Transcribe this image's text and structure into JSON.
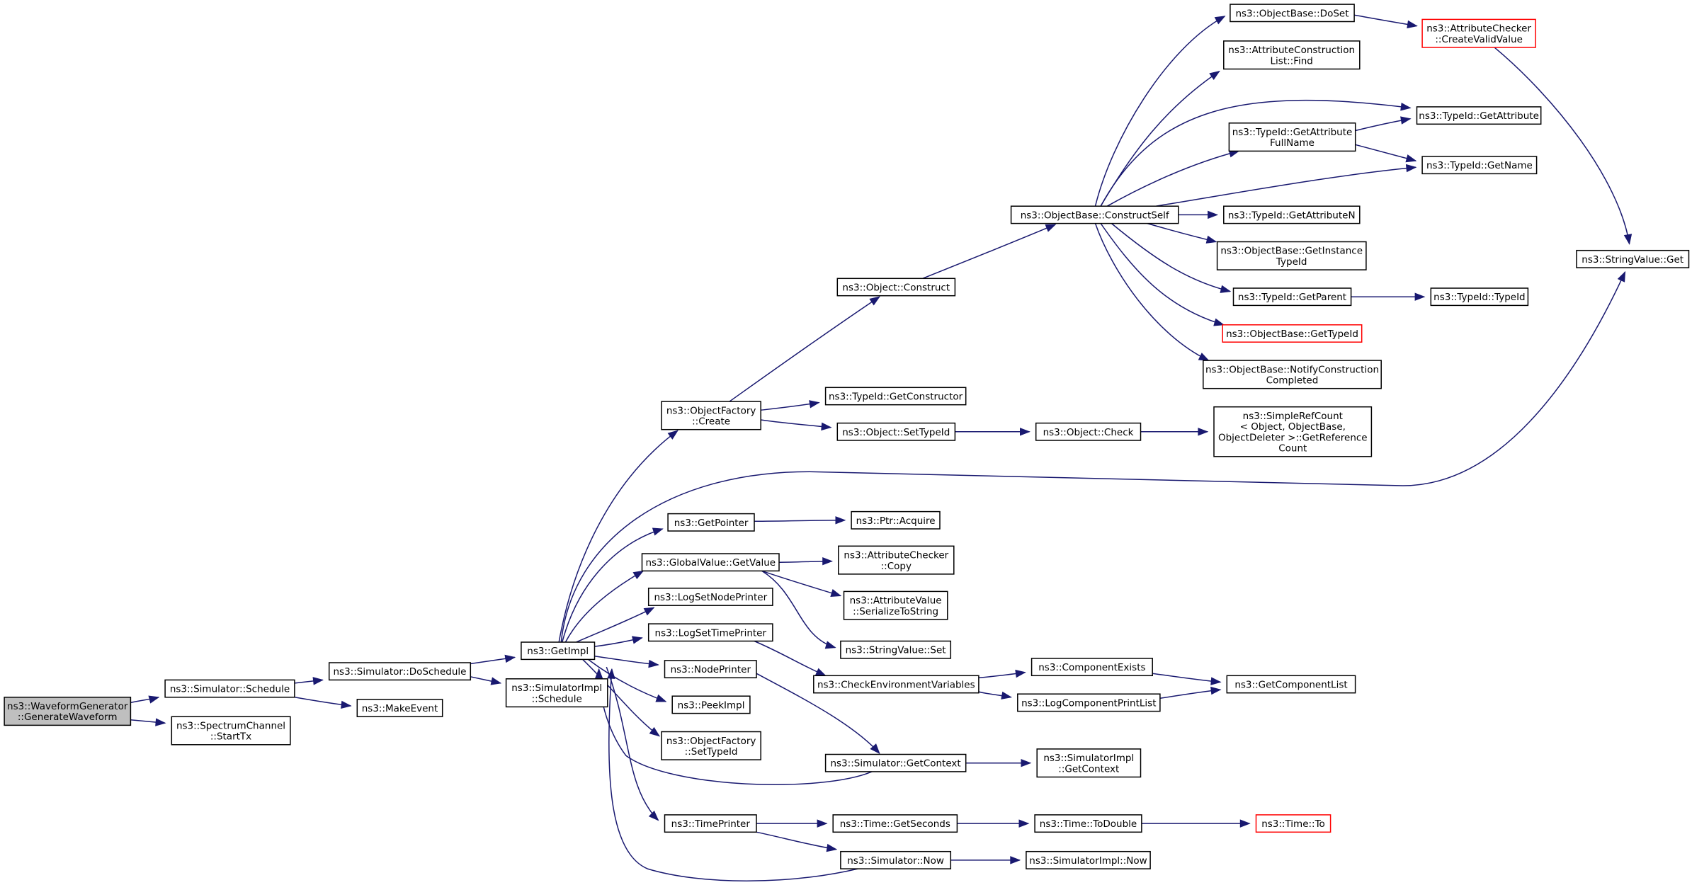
{
  "graph": {
    "edge_color": "#191970",
    "root_fill": "#bfbfbf",
    "link_border": "#000000",
    "external_border": "#ff0000",
    "nodes": [
      {
        "id": "gen",
        "lines": [
          "ns3::WaveformGenerator",
          "::GenerateWaveform"
        ],
        "style": "root"
      },
      {
        "id": "sched",
        "lines": [
          "ns3::Simulator::Schedule"
        ]
      },
      {
        "id": "starttx",
        "lines": [
          "ns3::SpectrumChannel",
          "::StartTx"
        ]
      },
      {
        "id": "dosched",
        "lines": [
          "ns3::Simulator::DoSchedule"
        ]
      },
      {
        "id": "mkevt",
        "lines": [
          "ns3::MakeEvent"
        ]
      },
      {
        "id": "getimpl",
        "lines": [
          "ns3::GetImpl"
        ]
      },
      {
        "id": "simimplsched",
        "lines": [
          "ns3::SimulatorImpl",
          "::Schedule"
        ]
      },
      {
        "id": "ofcreate",
        "lines": [
          "ns3::ObjectFactory",
          "::Create"
        ]
      },
      {
        "id": "getptr",
        "lines": [
          "ns3::GetPointer"
        ]
      },
      {
        "id": "gvget",
        "lines": [
          "ns3::GlobalValue::GetValue"
        ]
      },
      {
        "id": "lsnp",
        "lines": [
          "ns3::LogSetNodePrinter"
        ]
      },
      {
        "id": "lstp",
        "lines": [
          "ns3::LogSetTimePrinter"
        ]
      },
      {
        "id": "nodeprinter",
        "lines": [
          "ns3::NodePrinter"
        ]
      },
      {
        "id": "peekimpl",
        "lines": [
          "ns3::PeekImpl"
        ]
      },
      {
        "id": "ofsettid",
        "lines": [
          "ns3::ObjectFactory",
          "::SetTypeId"
        ]
      },
      {
        "id": "timeprinter",
        "lines": [
          "ns3::TimePrinter"
        ]
      },
      {
        "id": "objconstruct",
        "lines": [
          "ns3::Object::Construct"
        ]
      },
      {
        "id": "tidgetctor",
        "lines": [
          "ns3::TypeId::GetConstructor"
        ]
      },
      {
        "id": "objsettid",
        "lines": [
          "ns3::Object::SetTypeId"
        ]
      },
      {
        "id": "ptracq",
        "lines": [
          "ns3::Ptr::Acquire"
        ]
      },
      {
        "id": "accopy",
        "lines": [
          "ns3::AttributeChecker",
          "::Copy"
        ]
      },
      {
        "id": "avser",
        "lines": [
          "ns3::AttributeValue",
          "::SerializeToString"
        ]
      },
      {
        "id": "svset",
        "lines": [
          "ns3::StringValue::Set"
        ]
      },
      {
        "id": "checkenv",
        "lines": [
          "ns3::CheckEnvironmentVariables"
        ]
      },
      {
        "id": "getctx",
        "lines": [
          "ns3::Simulator::GetContext"
        ]
      },
      {
        "id": "getsec",
        "lines": [
          "ns3::Time::GetSeconds"
        ]
      },
      {
        "id": "simnow",
        "lines": [
          "ns3::Simulator::Now"
        ]
      },
      {
        "id": "obconstructself",
        "lines": [
          "ns3::ObjectBase::ConstructSelf"
        ]
      },
      {
        "id": "objcheck",
        "lines": [
          "ns3::Object::Check"
        ]
      },
      {
        "id": "compexists",
        "lines": [
          "ns3::ComponentExists"
        ]
      },
      {
        "id": "logcpl",
        "lines": [
          "ns3::LogComponentPrintList"
        ]
      },
      {
        "id": "simimplgetctx",
        "lines": [
          "ns3::SimulatorImpl",
          "::GetContext"
        ]
      },
      {
        "id": "todouble",
        "lines": [
          "ns3::Time::ToDouble"
        ]
      },
      {
        "id": "simimplnow",
        "lines": [
          "ns3::SimulatorImpl::Now"
        ]
      },
      {
        "id": "obdoset",
        "lines": [
          "ns3::ObjectBase::DoSet"
        ]
      },
      {
        "id": "aclfind",
        "lines": [
          "ns3::AttributeConstruction",
          "List::Find"
        ]
      },
      {
        "id": "tidgafn",
        "lines": [
          "ns3::TypeId::GetAttribute",
          "FullName"
        ]
      },
      {
        "id": "tidgan",
        "lines": [
          "ns3::TypeId::GetAttributeN"
        ]
      },
      {
        "id": "obgitid",
        "lines": [
          "ns3::ObjectBase::GetInstance",
          "TypeId"
        ]
      },
      {
        "id": "tidgetparent",
        "lines": [
          "ns3::TypeId::GetParent"
        ]
      },
      {
        "id": "obgettid",
        "lines": [
          "ns3::ObjectBase::GetTypeId"
        ],
        "style": "red"
      },
      {
        "id": "obnotify",
        "lines": [
          "ns3::ObjectBase::NotifyConstruction",
          "Completed"
        ]
      },
      {
        "id": "srcgetref",
        "lines": [
          "ns3::SimpleRefCount",
          "< Object, ObjectBase,",
          "ObjectDeleter >::GetReference",
          "Count"
        ]
      },
      {
        "id": "getcomplist",
        "lines": [
          "ns3::GetComponentList"
        ]
      },
      {
        "id": "timeto",
        "lines": [
          "ns3::Time::To"
        ],
        "style": "red"
      },
      {
        "id": "acvalid",
        "lines": [
          "ns3::AttributeChecker",
          "::CreateValidValue"
        ],
        "style": "red"
      },
      {
        "id": "tidgetattr",
        "lines": [
          "ns3::TypeId::GetAttribute"
        ]
      },
      {
        "id": "tidgetname",
        "lines": [
          "ns3::TypeId::GetName"
        ]
      },
      {
        "id": "tidtid",
        "lines": [
          "ns3::TypeId::TypeId"
        ]
      },
      {
        "id": "svget",
        "lines": [
          "ns3::StringValue::Get"
        ]
      }
    ],
    "edges": [
      [
        "gen",
        "sched"
      ],
      [
        "gen",
        "starttx"
      ],
      [
        "sched",
        "dosched"
      ],
      [
        "sched",
        "mkevt"
      ],
      [
        "dosched",
        "getimpl"
      ],
      [
        "dosched",
        "simimplsched"
      ],
      [
        "getimpl",
        "ofcreate"
      ],
      [
        "getimpl",
        "svget"
      ],
      [
        "getimpl",
        "getptr"
      ],
      [
        "getimpl",
        "gvget"
      ],
      [
        "getimpl",
        "lsnp"
      ],
      [
        "getimpl",
        "lstp"
      ],
      [
        "getimpl",
        "nodeprinter"
      ],
      [
        "getimpl",
        "peekimpl"
      ],
      [
        "getimpl",
        "ofsettid"
      ],
      [
        "getimpl",
        "timeprinter"
      ],
      [
        "ofcreate",
        "objconstruct"
      ],
      [
        "ofcreate",
        "tidgetctor"
      ],
      [
        "ofcreate",
        "objsettid"
      ],
      [
        "objconstruct",
        "obconstructself"
      ],
      [
        "objsettid",
        "objcheck"
      ],
      [
        "objcheck",
        "srcgetref"
      ],
      [
        "obconstructself",
        "obdoset"
      ],
      [
        "obconstructself",
        "aclfind"
      ],
      [
        "obconstructself",
        "tidgetattr"
      ],
      [
        "obconstructself",
        "tidgafn"
      ],
      [
        "obconstructself",
        "tidgetname"
      ],
      [
        "obconstructself",
        "tidgan"
      ],
      [
        "obconstructself",
        "obgitid"
      ],
      [
        "obconstructself",
        "tidgetparent"
      ],
      [
        "obconstructself",
        "obgettid"
      ],
      [
        "obconstructself",
        "obnotify"
      ],
      [
        "obdoset",
        "acvalid"
      ],
      [
        "acvalid",
        "svget"
      ],
      [
        "tidgafn",
        "tidgetattr"
      ],
      [
        "tidgafn",
        "tidgetname"
      ],
      [
        "tidgetparent",
        "tidtid"
      ],
      [
        "getptr",
        "ptracq"
      ],
      [
        "gvget",
        "accopy"
      ],
      [
        "gvget",
        "avser"
      ],
      [
        "gvget",
        "svset"
      ],
      [
        "lstp",
        "checkenv"
      ],
      [
        "checkenv",
        "compexists"
      ],
      [
        "checkenv",
        "logcpl"
      ],
      [
        "compexists",
        "getcomplist"
      ],
      [
        "logcpl",
        "getcomplist"
      ],
      [
        "nodeprinter",
        "getctx"
      ],
      [
        "getctx",
        "getimpl"
      ],
      [
        "getctx",
        "simimplgetctx"
      ],
      [
        "timeprinter",
        "getsec"
      ],
      [
        "timeprinter",
        "simnow"
      ],
      [
        "getsec",
        "todouble"
      ],
      [
        "todouble",
        "timeto"
      ],
      [
        "simnow",
        "getimpl"
      ],
      [
        "simnow",
        "simimplnow"
      ]
    ]
  }
}
